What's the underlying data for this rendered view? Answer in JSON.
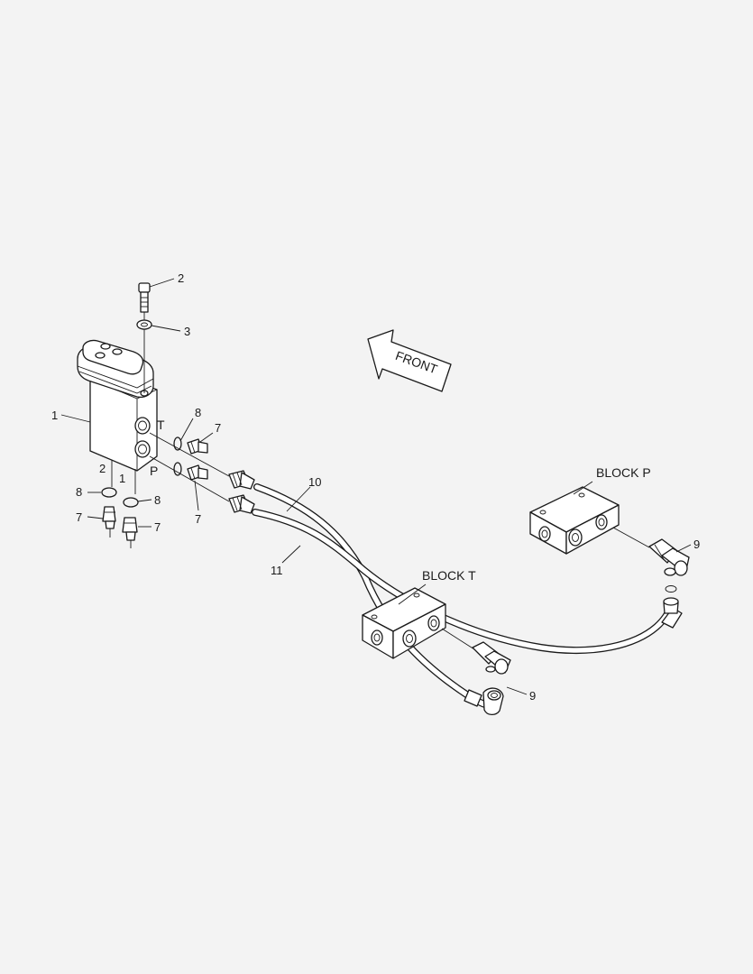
{
  "callouts": {
    "c1": "1",
    "c2": "2",
    "c3": "3",
    "c1b": "1",
    "c2b": "2",
    "c7a": "7",
    "c7b": "7",
    "c7c": "7",
    "c7d": "7",
    "c8a": "8",
    "c8b": "8",
    "c8c": "8",
    "c9a": "9",
    "c9b": "9",
    "c10": "10",
    "c11": "11"
  },
  "port_labels": {
    "t": "T",
    "p": "P"
  },
  "blocks": {
    "block_p": "BLOCK P",
    "block_t": "BLOCK T"
  },
  "front_arrow": {
    "label": "FRONT"
  }
}
